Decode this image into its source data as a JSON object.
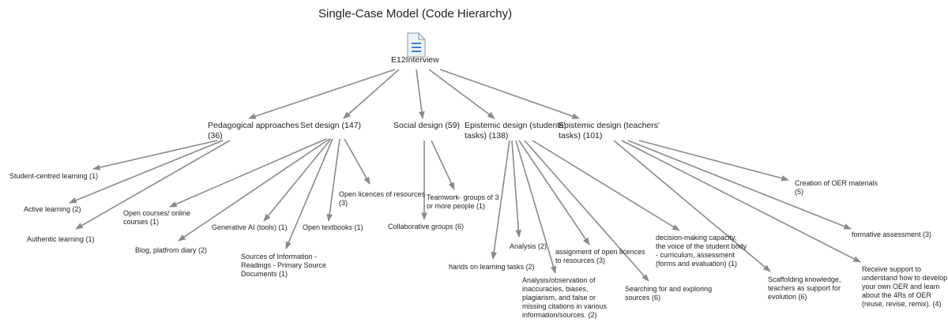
{
  "title": "Single-Case Model (Code Hierarchy)",
  "root": {
    "label": "E12Interview",
    "icon": "document-icon"
  },
  "colors": {
    "edge": "#8a8a8a",
    "icon_blue": "#3a7dc9",
    "icon_fill": "#eef3f9",
    "icon_border": "#9aa7b6"
  },
  "level1": [
    {
      "id": "pedagogical",
      "label": "Pedagogical approaches\n(36)"
    },
    {
      "id": "set",
      "label": "Set design (147)"
    },
    {
      "id": "social",
      "label": "Social design (59)"
    },
    {
      "id": "epi_students",
      "label": "Epistemic design (students'\ntasks) (138)"
    },
    {
      "id": "epi_teachers",
      "label": "Epistemic design (teachers'\ntasks) (101)"
    }
  ],
  "level2": [
    {
      "id": "ped1",
      "parent": "pedagogical",
      "label": "Student-centred learning (1)"
    },
    {
      "id": "ped2",
      "parent": "pedagogical",
      "label": "Active learning (2)"
    },
    {
      "id": "ped3",
      "parent": "pedagogical",
      "label": "Authentic learning (1)"
    },
    {
      "id": "set1",
      "parent": "set",
      "label": "Open courses/ online\ncourses (1)"
    },
    {
      "id": "set2",
      "parent": "set",
      "label": "Blog, platfrom diary (2)"
    },
    {
      "id": "set3",
      "parent": "set",
      "label": "Generative AI (tools) (1)"
    },
    {
      "id": "set4",
      "parent": "set",
      "label": "Sources of Information -\nReadings - Primary Source\nDocuments (1)"
    },
    {
      "id": "set5",
      "parent": "set",
      "label": "Open textbooks (1)"
    },
    {
      "id": "set6",
      "parent": "set",
      "label": "Open licences of resources\n(3)"
    },
    {
      "id": "soc1",
      "parent": "social",
      "label": "Collaborative groups (6)"
    },
    {
      "id": "soc2",
      "parent": "social",
      "label": "Teamwork- groups of 3\nor more people (1)"
    },
    {
      "id": "eps1",
      "parent": "epi_students",
      "label": "hands on learning tasks (2)"
    },
    {
      "id": "eps2",
      "parent": "epi_students",
      "label": "Analysis (2)"
    },
    {
      "id": "eps3",
      "parent": "epi_students",
      "label": "Analysis/observation of\ninaccuracies, biases,\nplagiarism, and false or\nmissing citations in various\ninformation/sources. (2)"
    },
    {
      "id": "eps4",
      "parent": "epi_students",
      "label": "assignment of open licences\nto resources (3)"
    },
    {
      "id": "eps5",
      "parent": "epi_students",
      "label": "Searching for and exploring\nsources (6)"
    },
    {
      "id": "eps6",
      "parent": "epi_students",
      "label": "decision-making capacity,\nthe voice of the student body\n- curriculum, assessment\n(forms and evaluation) (1)"
    },
    {
      "id": "ept1",
      "parent": "epi_teachers",
      "label": "Scaffolding knowledge,\nteachers as support for\nevolution (6)"
    },
    {
      "id": "ept2",
      "parent": "epi_teachers",
      "label": "Receive support to\nunderstand how to develop\nyour own OER and learn\nabout the 4Rs of OER\n(reuse, revise, remix). (4)"
    },
    {
      "id": "ept3",
      "parent": "epi_teachers",
      "label": "formative assessment (3)"
    },
    {
      "id": "ept4",
      "parent": "epi_teachers",
      "label": "Creation of OER materials\n(5)"
    }
  ]
}
